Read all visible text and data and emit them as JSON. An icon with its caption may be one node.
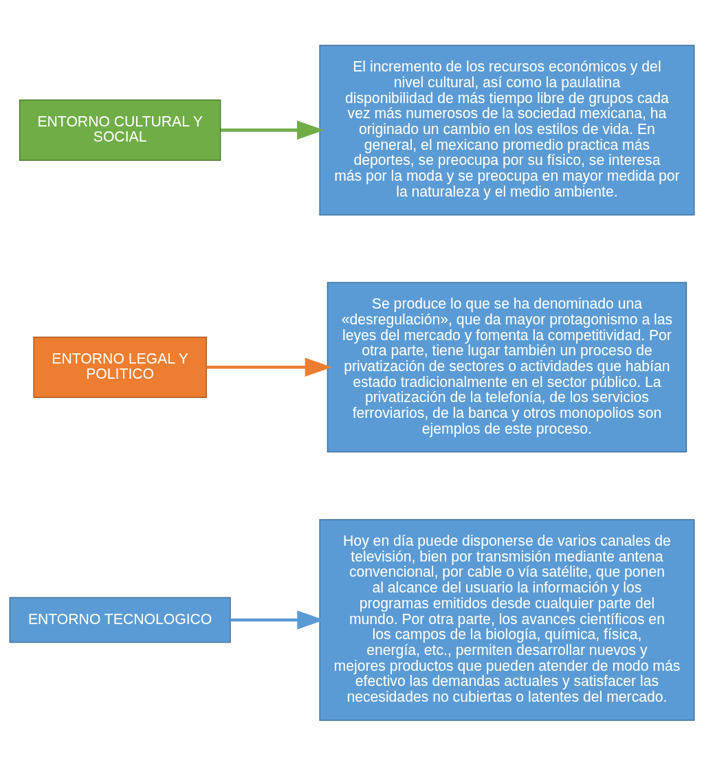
{
  "diagram": {
    "nodes": [
      {
        "text": [
          "ENTORNO CULTURAL Y SOCIAL"
        ]
      },
      {
        "text": [
          "El incremento de los recursos económicos y del nivel cultural, así como la paulatina disponibilidad de más tiempo libre de grupos cada vez más numerosos de la sociedad mexicana, ha originado un cambio en los estilos de vida. En general, el mexicano promedio practica más deportes, se preocupa por su físico, se interesa más por la moda y se preocupa en mayor medida por la naturaleza y el medio ambiente."
        ]
      },
      {
        "text": [
          "ENTORNO LEGAL Y POLITICO"
        ]
      },
      {
        "text": [
          "Se produce lo que se ha denominado una «desregulación», que da mayor protagonismo a las leyes del mercado y fomenta la competitividad. Por otra parte, tiene lugar también un proceso de privatización de sectores o actividades que habían estado tradicionalmente en el sector público. La privatización de la telefonía, de los servicios ferroviarios, de la banca y otros monopolios son ejemplos de este proceso."
        ]
      },
      {
        "text": [
          "ENTORNO TECNOLOGICO"
        ]
      },
      {
        "text": [
          "Hoy en día puede disponerse de varios canales de televisión, bien por transmisión mediante antena convencional, por cable o vía satélite, que ponen al alcance del usuario la información y los programas emitidos desde cualquier parte del mundo. Por otra parte, los avances científicos en los campos de la biología, química, física, energía, etc., permiten desarrollar nuevos y mejores productos que pueden atender de modo más efectivo las demandas actuales y satisfacer las necesidades no cubiertas o latentes del mercado."
        ]
      }
    ],
    "edges": [
      {
        "from": 0,
        "to": 1,
        "arrow": "to",
        "color": "#70ad47"
      },
      {
        "from": 2,
        "to": 3,
        "arrow": "to",
        "color": "#ed7d31"
      },
      {
        "from": 4,
        "to": 5,
        "arrow": "to",
        "color": "#5b9bd5"
      }
    ]
  }
}
